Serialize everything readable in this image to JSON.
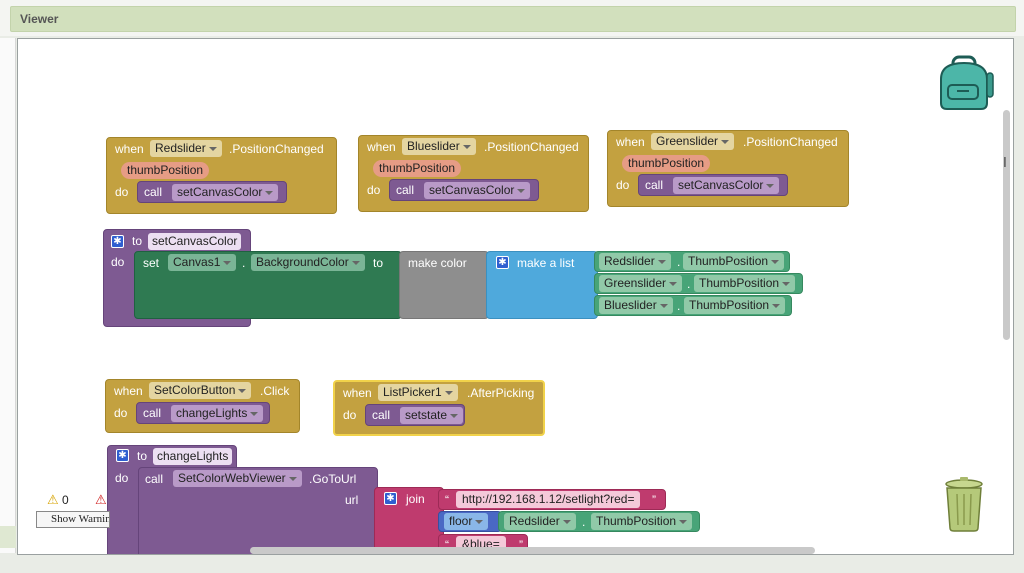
{
  "header": {
    "title": "Viewer"
  },
  "blocks": {
    "ev_red": {
      "when": "when",
      "component": "Redslider",
      "event": ".PositionChanged",
      "param": "thumbPosition",
      "do": "do",
      "call": "call",
      "proc": "setCanvasColor"
    },
    "ev_blue": {
      "when": "when",
      "component": "Blueslider",
      "event": ".PositionChanged",
      "param": "thumbPosition",
      "do": "do",
      "call": "call",
      "proc": "setCanvasColor"
    },
    "ev_green": {
      "when": "when",
      "component": "Greenslider",
      "event": ".PositionChanged",
      "param": "thumbPosition",
      "do": "do",
      "call": "call",
      "proc": "setCanvasColor"
    },
    "proc_canvas": {
      "to": "to",
      "name": "setCanvasColor",
      "do": "do",
      "set": "set",
      "component": "Canvas1",
      "dot": ".",
      "property": "BackgroundColor",
      "to2": "to",
      "make_color": "make color",
      "make_list": "make a list",
      "items": [
        {
          "component": "Redslider",
          "property": "ThumbPosition"
        },
        {
          "component": "Greenslider",
          "property": "ThumbPosition"
        },
        {
          "component": "Blueslider",
          "property": "ThumbPosition"
        }
      ]
    },
    "ev_button": {
      "when": "when",
      "component": "SetColorButton",
      "event": ".Click",
      "do": "do",
      "call": "call",
      "proc": "changeLights"
    },
    "ev_picker": {
      "when": "when",
      "component": "ListPicker1",
      "event": ".AfterPicking",
      "do": "do",
      "call": "call",
      "proc": "setstate"
    },
    "proc_lights": {
      "to": "to",
      "name": "changeLights",
      "do": "do",
      "call": "call",
      "component": "SetColorWebViewer",
      "method": ".GoToUrl",
      "url": "url",
      "join": "join",
      "str1": "http://192.168.1.12/setlight?red=",
      "floor": "floor",
      "slider": "Redslider",
      "property": "ThumbPosition",
      "str2": "&blue="
    }
  },
  "warnings": {
    "count": "0",
    "button": "Show Warnings"
  },
  "colors": {
    "event": "#c3a140",
    "procedure": "#7e5a92",
    "set": "#2f7a52",
    "list": "#4fa9dc",
    "component": "#48a478",
    "text": "#bf3b6e"
  }
}
